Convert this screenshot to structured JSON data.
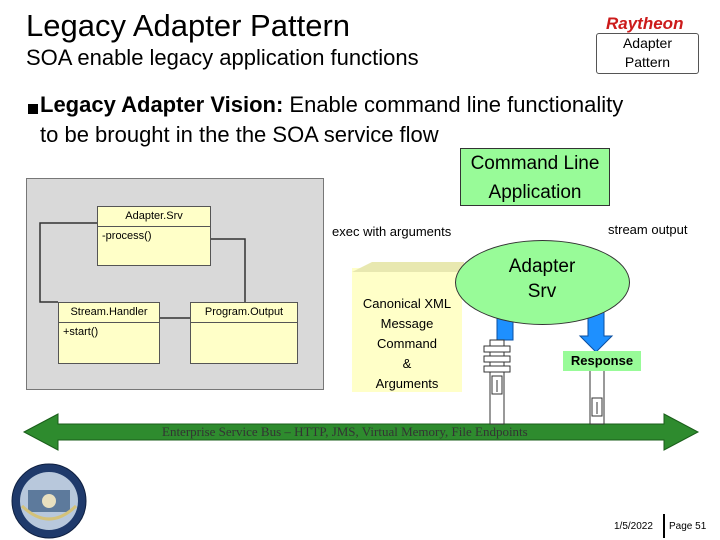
{
  "header": {
    "title": "Legacy Adapter Pattern",
    "subtitle": "SOA enable legacy application functions",
    "logo": "Raytheon",
    "tag_line1": "Adapter",
    "tag_line2": "Pattern"
  },
  "bullet": {
    "lead": "Legacy Adapter Vision:",
    "text_line1": "  Enable command line functionality",
    "text_line2": "to be brought in the the SOA service flow"
  },
  "command_line": {
    "line1": "Command Line",
    "line2": "Application"
  },
  "uml": {
    "adapter_srv_name": "Adapter.Srv",
    "adapter_srv_op": "-process()",
    "stream_handler_name": "Stream.Handler",
    "stream_handler_op": "+start()",
    "program_output_name": "Program.Output"
  },
  "labels": {
    "exec": "exec with arguments",
    "stream": "stream output",
    "adapter_line1": "Adapter",
    "adapter_line2": "Srv",
    "response": "Response"
  },
  "canonical": {
    "line1": "Canonical XML",
    "line2": "Message",
    "line3": "Command",
    "line4": "&",
    "line5": "Arguments"
  },
  "esb": {
    "text": "Enterprise Service Bus – HTTP, JMS, Virtual Memory, File Endpoints",
    "color": "#2e8b2e"
  },
  "footer": {
    "date": "1/5/2022",
    "page": "Page 51"
  },
  "colors": {
    "green": "#98fb98",
    "yellow": "#ffffc8",
    "blue": "#1e90ff",
    "raytheon_red": "#cc1b1b"
  }
}
